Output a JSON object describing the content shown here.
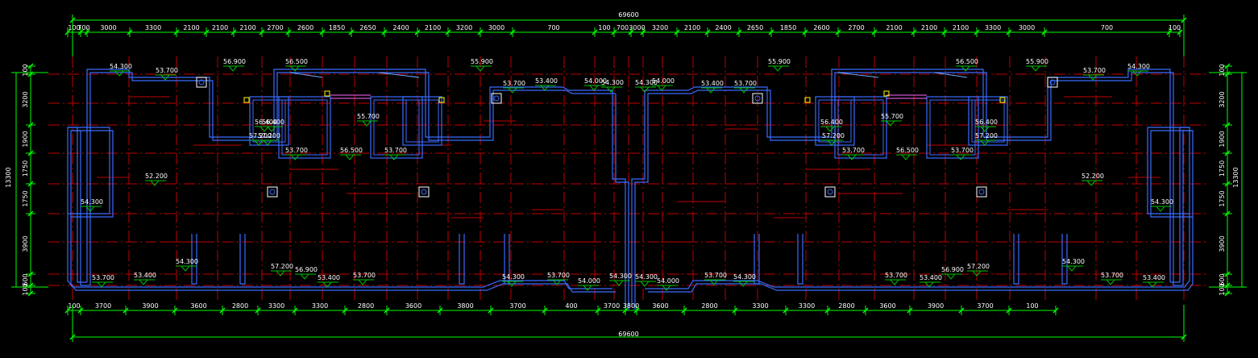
{
  "drawing": {
    "overall_width_label": "69600",
    "overall_depth_label": "13300",
    "colors": {
      "background": "#000000",
      "dimension": "#00ff00",
      "wall": "#3a6cff",
      "axis": "#c00000",
      "text": "#ffffff",
      "level_marker": "#00c000",
      "annotation": "#cc33cc",
      "fixture": "#ffff00"
    }
  },
  "top_dims": {
    "labels": [
      "100",
      "700",
      "3000",
      "3300",
      "2100",
      "2100",
      "2100",
      "2700",
      "2600",
      "1850",
      "2650",
      "2400",
      "2100",
      "3200",
      "3000",
      "700",
      "100",
      "700",
      "3000",
      "3200",
      "2100",
      "2400",
      "2650",
      "1850",
      "2600",
      "2700",
      "2100",
      "2100",
      "2100",
      "3300",
      "3000",
      "700",
      "100"
    ]
  },
  "bottom_dims": {
    "labels": [
      "100",
      "3700",
      "3900",
      "3600",
      "2800",
      "3300",
      "3300",
      "2800",
      "3600",
      "3800",
      "3700",
      "400",
      "3700",
      "3800",
      "3600",
      "2800",
      "3300",
      "3300",
      "2800",
      "3600",
      "3900",
      "3700",
      "100"
    ],
    "overall": "69600"
  },
  "left_dims": {
    "labels": [
      "100",
      "3200",
      "1900",
      "1750",
      "1750",
      "3900",
      "600",
      "100"
    ]
  },
  "right_dims": {
    "labels": [
      "100",
      "3200",
      "1900",
      "1750",
      "1750",
      "3900",
      "600",
      "100"
    ]
  },
  "levels": {
    "items": [
      "54.300",
      "53.700",
      "56.900",
      "56.500",
      "55.900",
      "53.700",
      "53.400",
      "54.000",
      "54.300",
      "54.300",
      "54.000",
      "53.400",
      "53.700",
      "55.900",
      "56.500",
      "55.900",
      "53.700",
      "54.300",
      "56.400",
      "55.700",
      "56.400",
      "57.200",
      "57.200",
      "53.700",
      "56.500",
      "53.700",
      "56.400",
      "55.700",
      "56.400",
      "57.200",
      "57.200",
      "53.700",
      "56.500",
      "53.700",
      "52.200",
      "52.200",
      "54.300",
      "54.300",
      "54.300",
      "54.300",
      "57.200",
      "56.900",
      "53.400",
      "53.700",
      "53.400",
      "53.700",
      "54.300",
      "53.700",
      "54.000",
      "54.300",
      "54.300",
      "54.000",
      "53.700",
      "54.300",
      "53.700",
      "53.400",
      "56.900",
      "57.200",
      "53.700",
      "53.400"
    ]
  }
}
